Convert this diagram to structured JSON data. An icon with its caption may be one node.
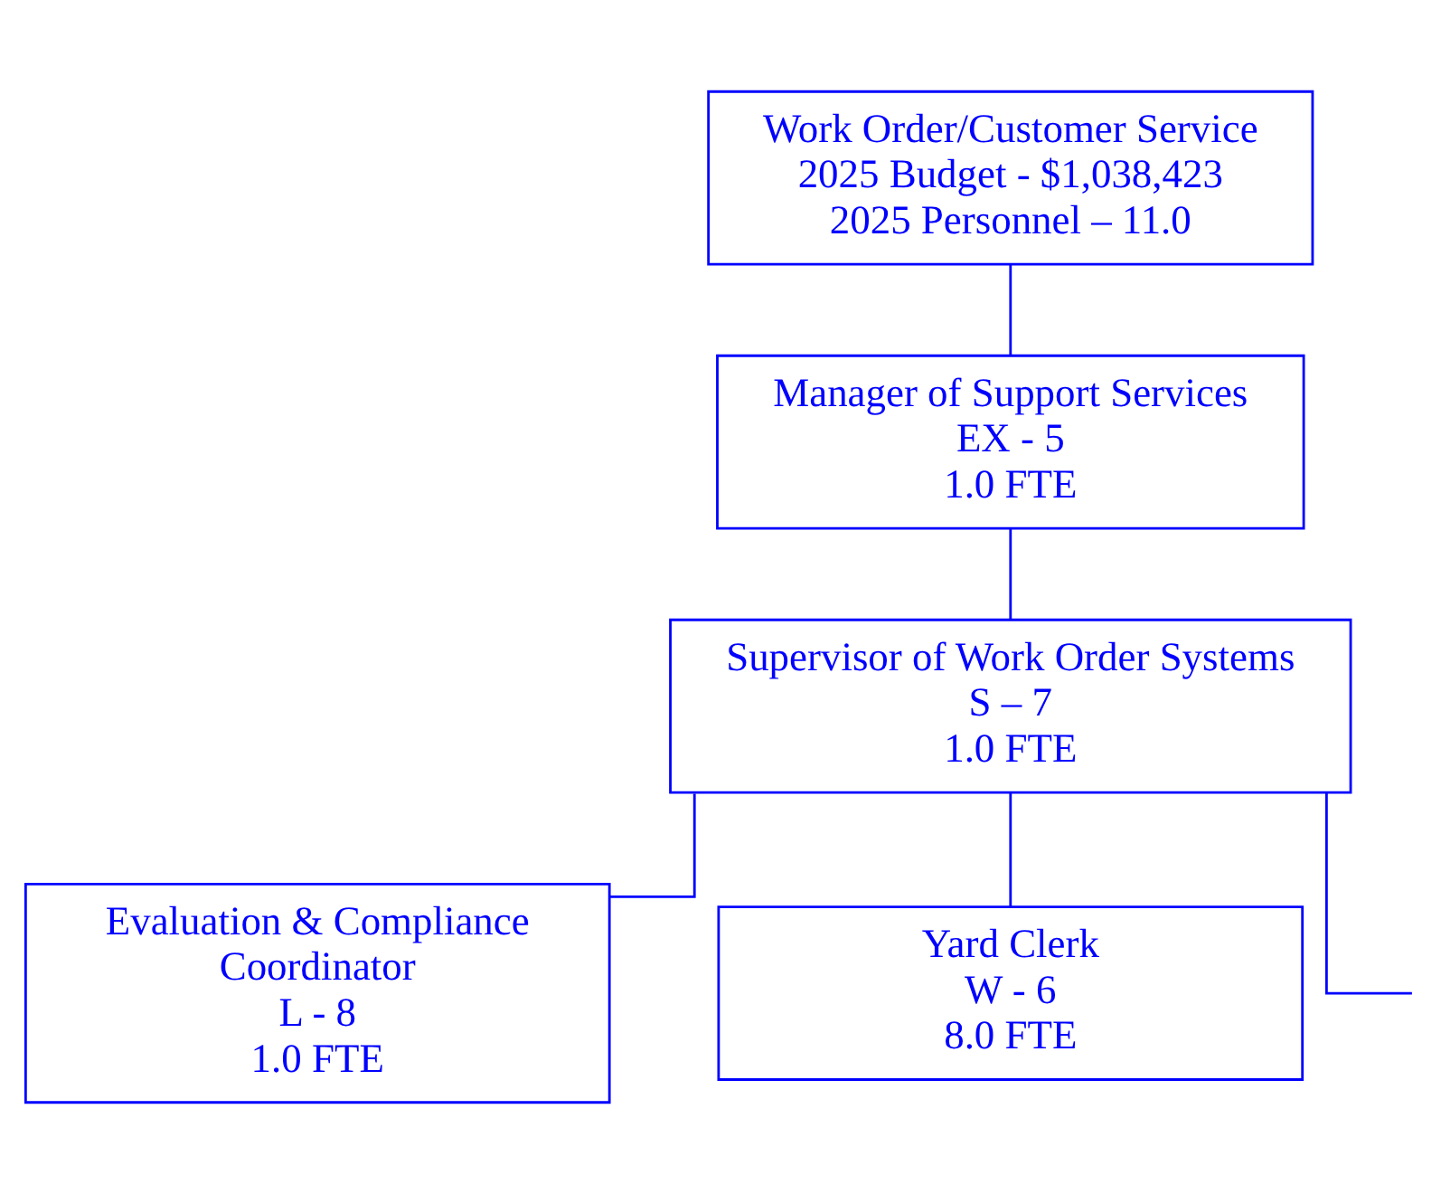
{
  "diagram": {
    "nodes": [
      {
        "text": [
          "Work Order/Customer Service",
          "2025 Budget - $1,038,423",
          "2025 Personnel – 11.0"
        ]
      },
      {
        "text": [
          "Manager of Support Services",
          "EX - 5",
          "1.0 FTE"
        ]
      },
      {
        "text": [
          "Supervisor of Work Order Systems",
          "S – 7",
          "1.0 FTE"
        ]
      },
      {
        "text": [
          "Evaluation & Compliance Coordinator",
          "L - 8",
          "1.0 FTE"
        ]
      },
      {
        "text": [
          "Yard Clerk",
          "W - 6",
          "8.0 FTE"
        ]
      }
    ],
    "edges": [
      {
        "from": 0,
        "to": 1,
        "arrow": "none"
      },
      {
        "from": 1,
        "to": 2,
        "arrow": "none"
      },
      {
        "from": 2,
        "to": 3,
        "arrow": "none"
      },
      {
        "from": 2,
        "to": 4,
        "arrow": "none"
      },
      {
        "from": 2,
        "to": null,
        "arrow": "none"
      }
    ]
  }
}
